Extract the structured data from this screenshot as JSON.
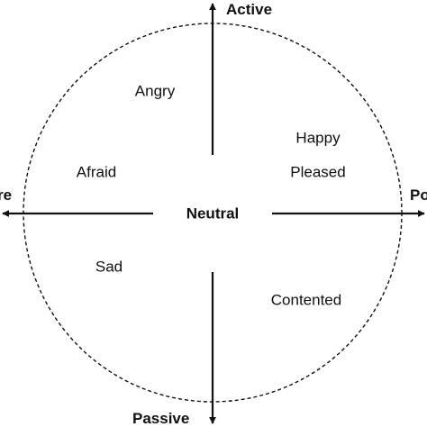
{
  "axes": {
    "top": "Active",
    "bottom": "Passive",
    "left": "re",
    "right": "Po"
  },
  "center": "Neutral",
  "emotions": {
    "angry": "Angry",
    "happy": "Happy",
    "pleased": "Pleased",
    "afraid": "Afraid",
    "sad": "Sad",
    "contented": "Contented"
  },
  "colors": {
    "ink": "#111111",
    "background": "#ffffff"
  }
}
